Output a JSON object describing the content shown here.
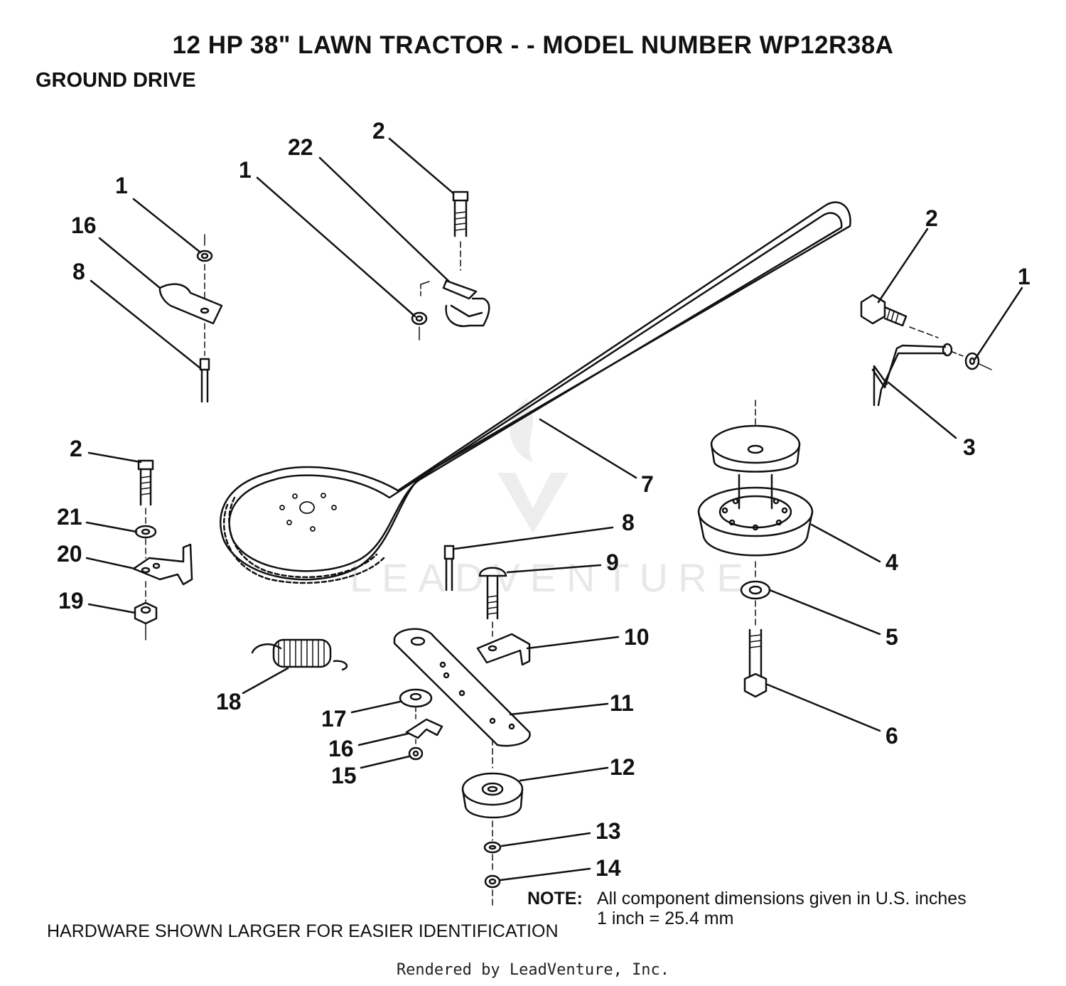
{
  "title": "12 HP 38\" LAWN TRACTOR - - MODEL NUMBER WP12R38A",
  "subtitle": "GROUND DRIVE",
  "callouts": [
    {
      "id": "c-1a",
      "label": "1"
    },
    {
      "id": "c-16a",
      "label": "16"
    },
    {
      "id": "c-8a",
      "label": "8"
    },
    {
      "id": "c-1b",
      "label": "1"
    },
    {
      "id": "c-22",
      "label": "22"
    },
    {
      "id": "c-2a",
      "label": "2"
    },
    {
      "id": "c-2b",
      "label": "2"
    },
    {
      "id": "c-1c",
      "label": "1"
    },
    {
      "id": "c-3",
      "label": "3"
    },
    {
      "id": "c-7",
      "label": "7"
    },
    {
      "id": "c-2c",
      "label": "2"
    },
    {
      "id": "c-21",
      "label": "21"
    },
    {
      "id": "c-20",
      "label": "20"
    },
    {
      "id": "c-19",
      "label": "19"
    },
    {
      "id": "c-8b",
      "label": "8"
    },
    {
      "id": "c-9",
      "label": "9"
    },
    {
      "id": "c-4",
      "label": "4"
    },
    {
      "id": "c-5",
      "label": "5"
    },
    {
      "id": "c-10",
      "label": "10"
    },
    {
      "id": "c-18",
      "label": "18"
    },
    {
      "id": "c-11",
      "label": "11"
    },
    {
      "id": "c-17",
      "label": "17"
    },
    {
      "id": "c-16b",
      "label": "16"
    },
    {
      "id": "c-15",
      "label": "15"
    },
    {
      "id": "c-6",
      "label": "6"
    },
    {
      "id": "c-12",
      "label": "12"
    },
    {
      "id": "c-13",
      "label": "13"
    },
    {
      "id": "c-14",
      "label": "14"
    }
  ],
  "note": {
    "label": "NOTE:",
    "text": "All component dimensions given in U.S. inches",
    "conversion": "1 inch = 25.4 mm"
  },
  "hardware_note": "HARDWARE SHOWN LARGER FOR EASIER IDENTIFICATION",
  "credit": "Rendered by LeadVenture, Inc.",
  "watermark": "LEADVENTURE"
}
